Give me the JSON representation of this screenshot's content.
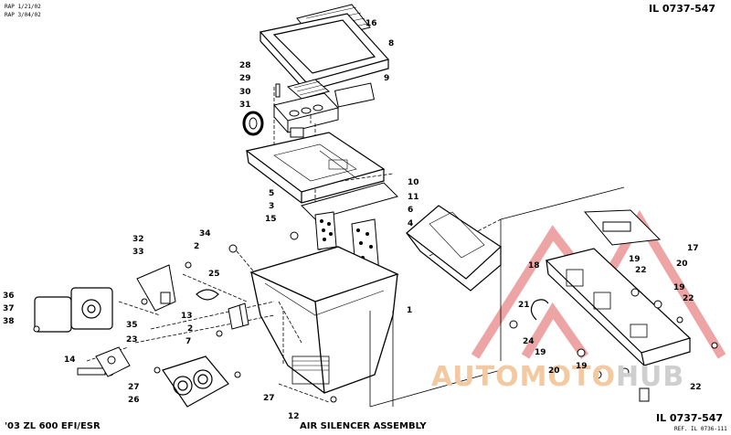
{
  "header": {
    "revision_1": "RAP 1/21/02",
    "revision_2": "RAP 3/04/02",
    "illustration_top": "IL 0737-547"
  },
  "footer": {
    "model": "'03 ZL 600 EFI/ESR",
    "assembly_title": "AIR SILENCER ASSEMBLY",
    "illustration_bottom": "IL 0737-547",
    "reference": "REF. IL 0736-111"
  },
  "watermark": {
    "brand_a": "AUTOMOTO",
    "brand_b": "HUB",
    "color": "#e05a5a"
  },
  "callouts": [
    {
      "n": "16"
    },
    {
      "n": "8"
    },
    {
      "n": "28"
    },
    {
      "n": "29"
    },
    {
      "n": "9"
    },
    {
      "n": "30"
    },
    {
      "n": "31"
    },
    {
      "n": "10"
    },
    {
      "n": "5"
    },
    {
      "n": "11"
    },
    {
      "n": "3"
    },
    {
      "n": "6"
    },
    {
      "n": "15"
    },
    {
      "n": "4"
    },
    {
      "n": "34"
    },
    {
      "n": "32"
    },
    {
      "n": "33"
    },
    {
      "n": "2"
    },
    {
      "n": "25"
    },
    {
      "n": "36"
    },
    {
      "n": "37"
    },
    {
      "n": "38"
    },
    {
      "n": "35"
    },
    {
      "n": "13"
    },
    {
      "n": "2"
    },
    {
      "n": "1"
    },
    {
      "n": "7"
    },
    {
      "n": "23"
    },
    {
      "n": "14"
    },
    {
      "n": "27"
    },
    {
      "n": "26"
    },
    {
      "n": "27"
    },
    {
      "n": "12"
    },
    {
      "n": "17"
    },
    {
      "n": "18"
    },
    {
      "n": "19"
    },
    {
      "n": "22"
    },
    {
      "n": "20"
    },
    {
      "n": "19"
    },
    {
      "n": "22"
    },
    {
      "n": "21"
    },
    {
      "n": "24"
    },
    {
      "n": "19"
    },
    {
      "n": "20"
    },
    {
      "n": "19"
    },
    {
      "n": "22"
    }
  ]
}
